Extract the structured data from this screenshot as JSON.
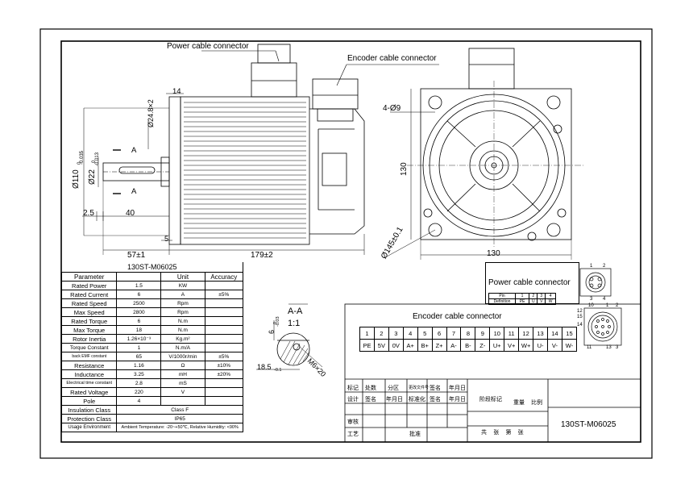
{
  "drawing": {
    "labels": {
      "power_cable_connector": "Power cable connector",
      "encoder_cable_connector": "Encoder cable connector",
      "section_aa_title": "A-A",
      "section_aa_scale": "1:1",
      "section_marker": "A"
    },
    "dimensions": {
      "dim_14": "14",
      "dim_24_8x2": "Ø24.8×2",
      "dim_110": "Ø110",
      "dim_110_tol_upper": "0",
      "dim_110_tol_lower": "-0.035",
      "dim_22": "Ø22",
      "dim_22_tol_upper": "0",
      "dim_22_tol_lower": "-0.013",
      "dim_2_5": "2.5",
      "dim_40": "40",
      "dim_5": "5",
      "dim_57": "57±1",
      "dim_179": "179±2",
      "dim_4_9": "4-Ø9",
      "dim_130_v": "130",
      "dim_130_h": "130",
      "dim_145": "Ø145±0.1",
      "dim_6": "6",
      "dim_6_tol_upper": "0",
      "dim_6_tol_lower": "-0.03",
      "dim_18_5": "18.5",
      "dim_18_5_tol": "-0.1",
      "dim_m6": "M6×20"
    }
  },
  "param_table": {
    "title": "130ST-M06025",
    "headers": [
      "Parameter",
      "Unit",
      "Accuracy"
    ],
    "rows": [
      [
        "Rated Power",
        "1.5",
        "KW",
        ""
      ],
      [
        "Rated Current",
        "6",
        "A",
        "±5%"
      ],
      [
        "Rated Speed",
        "2500",
        "Rpm",
        ""
      ],
      [
        "Max Speed",
        "2800",
        "Rpm",
        ""
      ],
      [
        "Rated Torque",
        "6",
        "N.m",
        ""
      ],
      [
        "Max Torque",
        "18",
        "N.m",
        ""
      ],
      [
        "Rotor Inertia",
        "1.26×10⁻³",
        "Kg.m²",
        ""
      ],
      [
        "Torque Constant",
        "1",
        "N.m/A",
        ""
      ],
      [
        "back EMF constant",
        "65",
        "V/1000r/min",
        "±5%"
      ],
      [
        "Resistance",
        "1.16",
        "Ω",
        "±10%"
      ],
      [
        "Inductance",
        "3.25",
        "mH",
        "±20%"
      ],
      [
        "Electrical time constant",
        "2.8",
        "mS",
        ""
      ],
      [
        "Rated Voltage",
        "220",
        "V",
        ""
      ],
      [
        "Pole",
        "4",
        "",
        ""
      ]
    ],
    "wide_rows": [
      [
        "Insulation Class",
        "Class F"
      ],
      [
        "Protection Class",
        "IP65"
      ],
      [
        "Usage Environment",
        "Ambient Temperature: -20~+50℃, Relative Humidity: <90%"
      ]
    ]
  },
  "power_connector": {
    "title": "Power cable connector",
    "pin_label": "Pin",
    "definition_label": "Definition",
    "pins": [
      "1",
      "2",
      "3",
      "4"
    ],
    "definitions": [
      "PE",
      "U",
      "V",
      "W"
    ],
    "face_numbers": [
      "1",
      "2",
      "3",
      "4"
    ]
  },
  "encoder_connector": {
    "title": "Encoder cable connector",
    "pins": [
      "1",
      "2",
      "3",
      "4",
      "5",
      "6",
      "7",
      "8",
      "9",
      "10",
      "11",
      "12",
      "13",
      "14",
      "15"
    ],
    "definitions": [
      "PE",
      "5V",
      "0V",
      "A+",
      "B+",
      "Z+",
      "A-",
      "B-",
      "Z-",
      "U+",
      "V+",
      "W+",
      "U-",
      "V-",
      "W-"
    ],
    "face_numbers": [
      "10",
      "1",
      "2",
      "12",
      "15",
      "14",
      "11",
      "13",
      "3"
    ]
  },
  "title_block": {
    "row1": [
      "标记",
      "处数",
      "分区",
      "更改文件号",
      "签名",
      "年月日"
    ],
    "row2": [
      "设计",
      "签名",
      "年月日",
      "标准化",
      "签名",
      "年月日"
    ],
    "stage_label": "阶段标记",
    "weight_label": "重量",
    "ratio_label": "比例",
    "review_label": "审核",
    "process_label": "工艺",
    "approve_label": "批准",
    "sheets_label": "共 张 第 张",
    "model": "130ST-M06025"
  }
}
